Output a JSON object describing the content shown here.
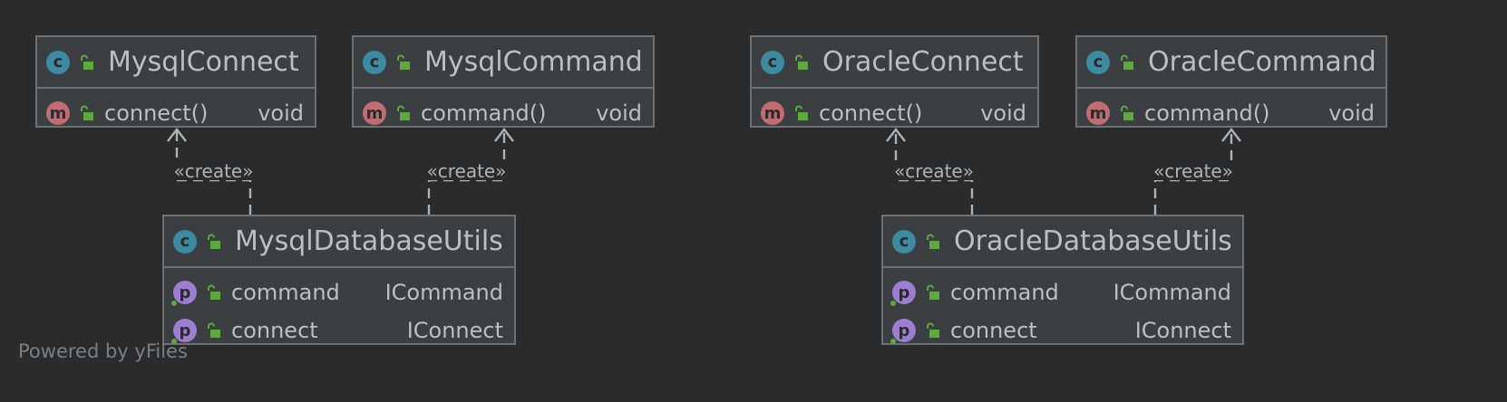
{
  "diagram": {
    "classes": [
      {
        "id": "mysql-connect",
        "name": "MysqlConnect",
        "kind_badge": "c",
        "members": [
          {
            "badge": "m",
            "name": "connect()",
            "type": "void"
          }
        ]
      },
      {
        "id": "mysql-command",
        "name": "MysqlCommand",
        "kind_badge": "c",
        "members": [
          {
            "badge": "m",
            "name": "command()",
            "type": "void"
          }
        ]
      },
      {
        "id": "oracle-connect",
        "name": "OracleConnect",
        "kind_badge": "c",
        "members": [
          {
            "badge": "m",
            "name": "connect()",
            "type": "void"
          }
        ]
      },
      {
        "id": "oracle-command",
        "name": "OracleCommand",
        "kind_badge": "c",
        "members": [
          {
            "badge": "m",
            "name": "command()",
            "type": "void"
          }
        ]
      },
      {
        "id": "mysql-database-utils",
        "name": "MysqlDatabaseUtils",
        "kind_badge": "c",
        "members": [
          {
            "badge": "p",
            "name": "command",
            "type": "ICommand"
          },
          {
            "badge": "p",
            "name": "connect",
            "type": "IConnect"
          }
        ]
      },
      {
        "id": "oracle-database-utils",
        "name": "OracleDatabaseUtils",
        "kind_badge": "c",
        "members": [
          {
            "badge": "p",
            "name": "command",
            "type": "ICommand"
          },
          {
            "badge": "p",
            "name": "connect",
            "type": "IConnect"
          }
        ]
      }
    ],
    "relations": [
      {
        "from": "mysql-database-utils",
        "to": "mysql-connect",
        "label": "«create»"
      },
      {
        "from": "mysql-database-utils",
        "to": "mysql-command",
        "label": "«create»"
      },
      {
        "from": "oracle-database-utils",
        "to": "oracle-connect",
        "label": "«create»"
      },
      {
        "from": "oracle-database-utils",
        "to": "oracle-command",
        "label": "«create»"
      }
    ]
  },
  "watermark": "Powered by yFiles",
  "colors": {
    "background": "#2b2b2b",
    "node_fill": "#3c3f41",
    "node_border": "#6e7174",
    "class_badge": "#3d8aa3",
    "method_badge": "#c16b73",
    "property_badge": "#9b7ecf",
    "lock_icon": "#5ea841"
  }
}
